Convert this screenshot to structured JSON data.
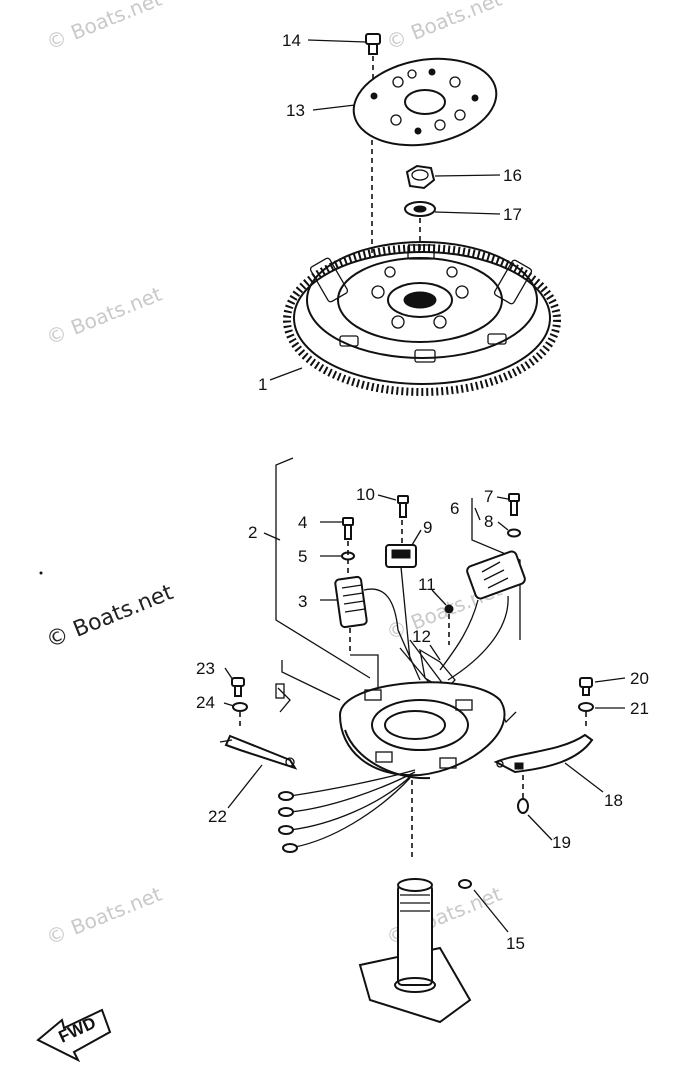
{
  "watermarks": [
    {
      "id": "wm-1",
      "text": "© Boats.net"
    },
    {
      "id": "wm-2",
      "text": "© Boats.net"
    },
    {
      "id": "wm-3",
      "text": "© Boats.net"
    },
    {
      "id": "wm-4",
      "text": "© Boats.net"
    },
    {
      "id": "wm-5",
      "text": "© Boats.net"
    },
    {
      "id": "wm-6",
      "text": "© Boats.net"
    }
  ],
  "callouts": {
    "c1": "1",
    "c2": "2",
    "c3": "3",
    "c4": "4",
    "c5": "5",
    "c6": "6",
    "c7": "7",
    "c8": "8",
    "c9": "9",
    "c10": "10",
    "c11": "11",
    "c12": "12",
    "c13": "13",
    "c14": "14",
    "c15": "15",
    "c16": "16",
    "c17": "17",
    "c18": "18",
    "c19": "19",
    "c20": "20",
    "c21": "21",
    "c22": "22",
    "c23": "23",
    "c24": "24"
  },
  "fwd_label": "FWD"
}
